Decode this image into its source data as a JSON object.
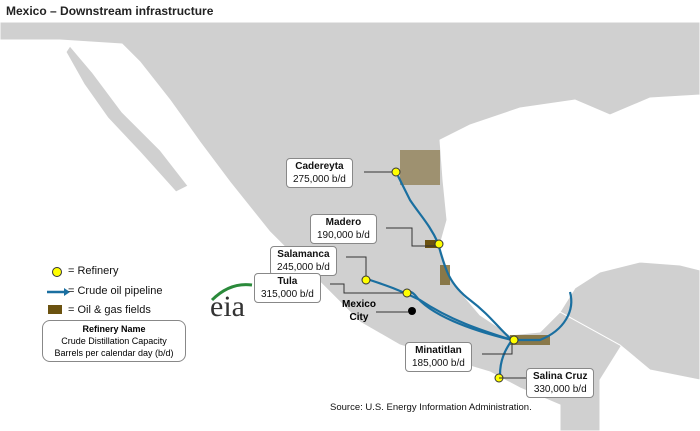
{
  "title": "Mexico – Downstream infrastructure",
  "colors": {
    "land": "#d0d0d0",
    "pipeline": "#1a6fa0",
    "refinery": "#ffff00",
    "fields": "#6b5210"
  },
  "refineries": [
    {
      "name": "Cadereyta",
      "capacity": "275,000 b/d"
    },
    {
      "name": "Madero",
      "capacity": "190,000 b/d"
    },
    {
      "name": "Salamanca",
      "capacity": "245,000 b/d"
    },
    {
      "name": "Tula",
      "capacity": "315,000 b/d"
    },
    {
      "name": "Minatitlan",
      "capacity": "185,000 b/d"
    },
    {
      "name": "Salina Cruz",
      "capacity": "330,000 b/d"
    }
  ],
  "city": "Mexico City",
  "legend": {
    "refinery": "= Refinery",
    "pipeline": "= Crude oil pipeline",
    "fields": "= Oil & gas fields",
    "key_title": "Refinery Name",
    "key_line1": "Crude Distillation Capacity",
    "key_line2": "Barrels per  calendar day (b/d)"
  },
  "logo": "eia",
  "source": "Source: U.S. Energy Information Administration."
}
